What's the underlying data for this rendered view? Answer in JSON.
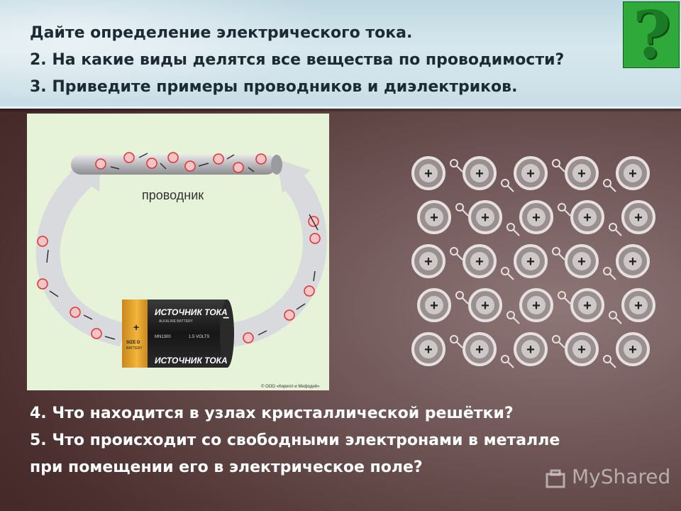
{
  "questions_top": [
    "Дайте определение электрического тока.",
    "2. На какие виды делятся все вещества по проводимости?",
    "3. Приведите примеры проводников и диэлектриков."
  ],
  "questions_bottom": [
    "4. Что находится в узлах кристаллической решётки?",
    "5. Что происходит со свободными электронами в металле",
    "при помещении его в  электрическое поле?"
  ],
  "help_button": {
    "symbol": "?",
    "icon": "question-mark-icon",
    "color": "#2faa3a"
  },
  "circuit_image": {
    "conductor_label": "проводник",
    "battery_label_top": "ИСТОЧНИК ТОКА",
    "battery_label_bottom": "ИСТОЧНИК ТОКА",
    "battery_subtext": "ALKALINE BATTERY",
    "battery_model": "MN1300",
    "battery_volts": "1.5 VOLTS",
    "battery_size": "SIZE D",
    "battery_size_sub": "BATTERY",
    "plus": "+",
    "minus": "−",
    "electron_symbol": "−",
    "copyright": "© ООО «Кирилл и Мефодий»"
  },
  "lattice_image": {
    "ion_symbol": "+",
    "icon": "crystal-lattice-icon"
  },
  "watermark": {
    "text": "MyShared",
    "icon": "myshared-logo-icon"
  }
}
